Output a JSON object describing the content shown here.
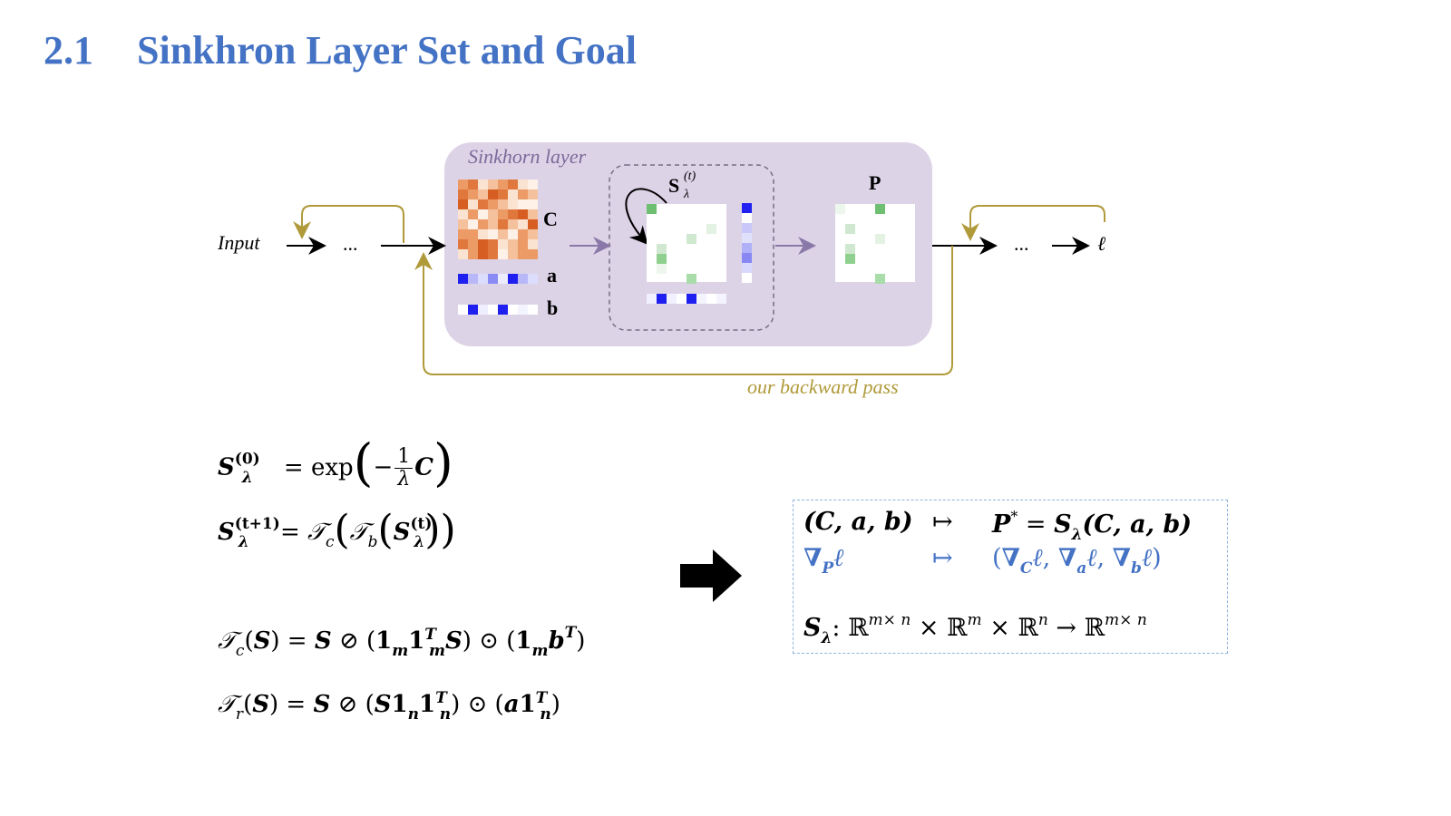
{
  "section": {
    "number": "2.1",
    "title": "Sinkhron Layer Set and Goal"
  },
  "diagram": {
    "layer_label": "Sinkhorn layer",
    "input_label": "Input",
    "ellipsis": "...",
    "loss_symbol": "ℓ",
    "matrix_c_label": "C",
    "vec_a_label": "a",
    "vec_b_label": "b",
    "iter_label": "S",
    "iter_sup": "(t)",
    "iter_sub": "λ",
    "p_label": "P",
    "backward_label": "our backward pass",
    "colors": {
      "layer_bg": "#ddd3e7",
      "backward": "#b09a3a",
      "layer_text": "#7a6a9a",
      "arrow_purple": "#8a79a8"
    }
  },
  "equations": {
    "s0_lhs": "S",
    "s0_sup": "(0)",
    "s0_sub": "λ",
    "s0_rhs_exp": "= exp",
    "s0_minus": "−",
    "s0_frac_num": "1",
    "s0_frac_den": "λ",
    "s0_C": "C",
    "s1_lhs": "S",
    "s1_sup": "(t+1)",
    "s1_sub": "λ",
    "s1_eq": "=",
    "s1_Tc": "𝒯",
    "s1_c": "c",
    "s1_Tb": "𝒯",
    "s1_b": "b",
    "s1_inner": "S",
    "s1_inner_sup": "(t)",
    "s1_inner_sub": "λ",
    "tc_text": "𝒯",
    "tr_text": "𝒯"
  },
  "goal_box": {
    "row1_left": "(C, a, b)",
    "row1_map": "↦",
    "row1_right_P": "P",
    "row1_right_rest": " = S",
    "row1_right_args": "(C, a, b)",
    "row2_left": "∇",
    "row2_left_sub": "P",
    "row2_left_l": "ℓ",
    "row2_map": "↦",
    "row2_right": "(∇",
    "row3_S": "S",
    "row3_sub": "λ",
    "row3_domain": ": ℝ",
    "colors": {
      "border": "#8fb3dc",
      "accent": "#4472c4"
    }
  }
}
